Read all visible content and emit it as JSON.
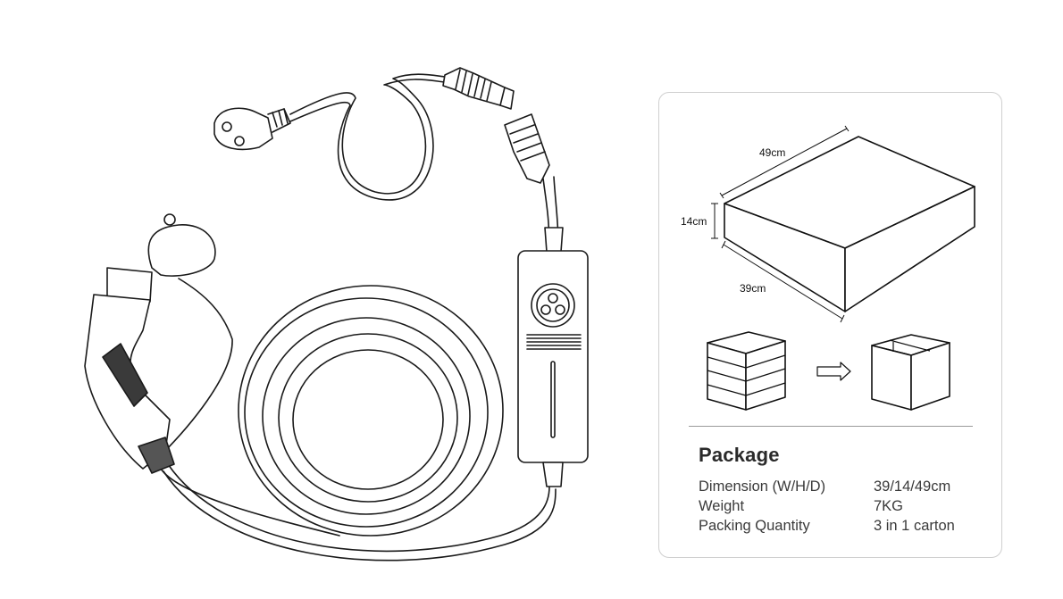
{
  "product": {
    "icons": [
      "power-plug-icon",
      "control-box-icon",
      "charging-connector-icon"
    ]
  },
  "box_diagram": {
    "width_label": "49cm",
    "height_label": "14cm",
    "depth_label": "39cm",
    "icons": [
      "stacked-boxes-icon",
      "arrow-right-icon",
      "single-carton-icon"
    ]
  },
  "package": {
    "title": "Package",
    "specs": [
      {
        "label": "Dimension (W/H/D)",
        "value": "39/14/49cm"
      },
      {
        "label": "Weight",
        "value": "7KG"
      },
      {
        "label": "Packing Quantity",
        "value": "3 in 1 carton"
      }
    ]
  }
}
